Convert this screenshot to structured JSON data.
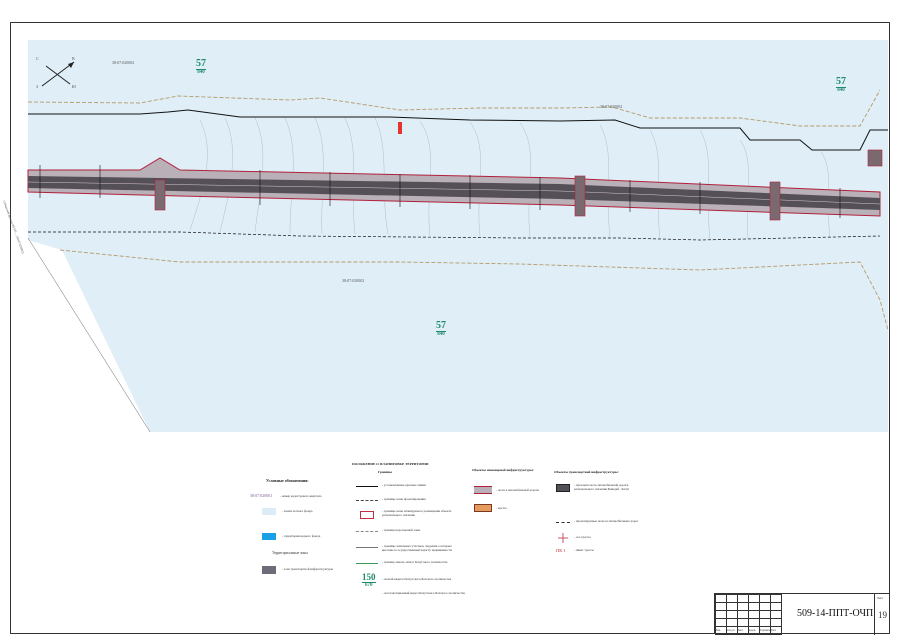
{
  "map": {
    "cadastral_labels": [
      "38:07:020002",
      "38:07:020002",
      "38:07:020002"
    ],
    "zone_labels": [
      {
        "top": "57",
        "bottom": "840"
      },
      {
        "top": "57",
        "bottom": "840"
      },
      {
        "top": "57",
        "bottom": "840"
      }
    ],
    "compass": {
      "n": "С",
      "s": "Ю",
      "e": "В",
      "w": "З"
    }
  },
  "legend": {
    "title": "Условные обозначения:",
    "col1": {
      "cadastral_number": "38:07:020001",
      "cadastral_desc": "- номер кадастрового квартала",
      "forest_desc": "- земли лесного фонда",
      "water_desc": "- территории водного фонда",
      "zones_heading": "Территориальные зоны",
      "transport_zone_desc": "- зона транспортной инфраструктуры"
    },
    "col2": {
      "heading": "ПОЛОЖЕНИЕ О ПЛАНИРОВКЕ ТЕРРИТОРИИ",
      "sub": "Границы",
      "items": [
        "- установленные красные линии",
        "- границы зоны проектирования",
        "- границы зоны планируемого размещения объекта регионального значения",
        "- граница водоохраной зоны",
        "- границы земельных участков, сведения о которых внесены в государственный кадастр недвижимости",
        "- граница земель запаса Качугского лесничества"
      ],
      "forest_quarter_top": "150",
      "forest_quarter_bottom": "670",
      "forest_quarter_desc": "- лесной квартал Качугского-Бохского лесничества",
      "forest_plot_desc": "- лесотаксационный выдел Качугского-Бохского лесничества"
    },
    "col3": {
      "heading": "Объекты инженерной инфраструктуры:",
      "road_desc": "- полоса автомобильной дороги",
      "bridge_desc": "- мосты"
    },
    "col4": {
      "heading": "Объекты транспортной инфраструктуры:",
      "road_desc": "- проезжая часть автомобильной дороги регионального значения Баяндай - Качуг",
      "pipe_desc": "- проектируемые полосы автомобильных дорог",
      "axis_desc": "- ось трассы",
      "pk_label": "ПК 1",
      "pk_desc": "- пикет трассы"
    }
  },
  "stamp": {
    "code": "509-14-ППТ-ОЧП",
    "sheet_label": "Лист",
    "sheet_number": "19",
    "cols": [
      "Изм.",
      "Кол.уч",
      "Лист",
      "№док.",
      "Подпись",
      "Дата"
    ]
  },
  "side_label": "Сибирский филиал ФГУП ... (38:07:020002)"
}
